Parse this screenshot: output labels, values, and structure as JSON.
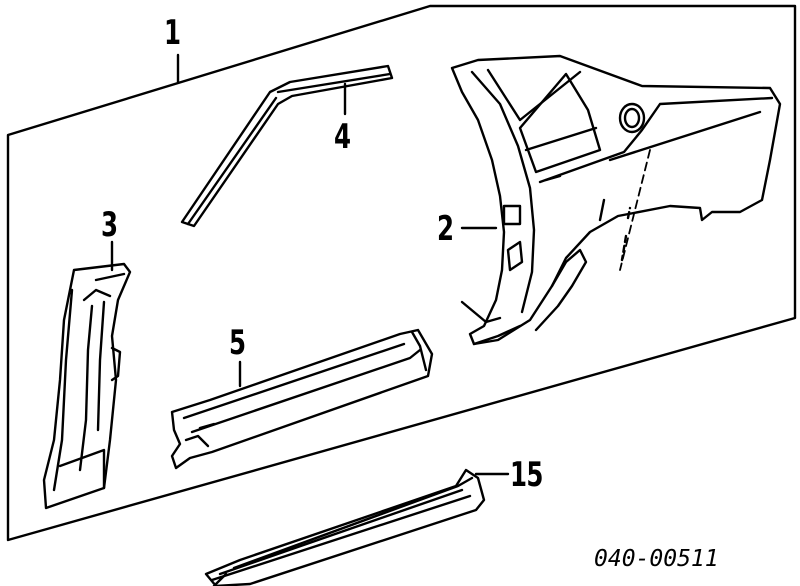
{
  "diagram": {
    "callouts": {
      "panel_assembly": "1",
      "quarter_panel": "2",
      "center_pillar": "3",
      "roof_rail": "4",
      "rocker_panel": "5",
      "sill_plate": "15"
    },
    "reference_code": "040-00511"
  }
}
